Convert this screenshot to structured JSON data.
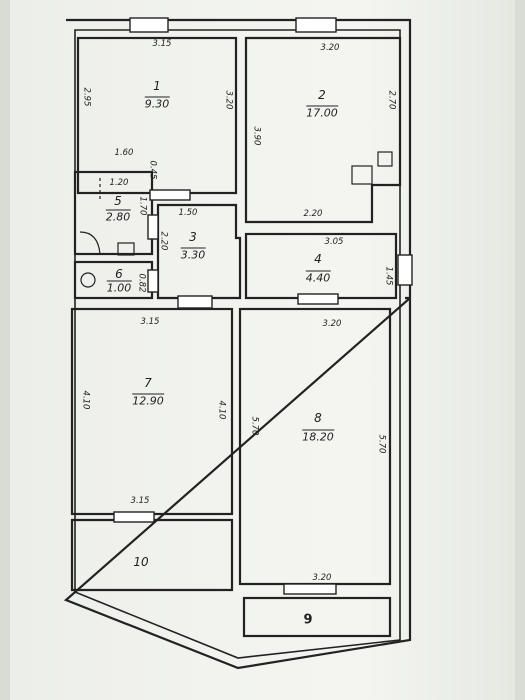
{
  "rooms": [
    {
      "number": "1",
      "area": "9.30"
    },
    {
      "number": "2",
      "area": "17.00"
    },
    {
      "number": "3",
      "area": "3.30"
    },
    {
      "number": "4",
      "area": "4.40"
    },
    {
      "number": "5",
      "area": "2.80"
    },
    {
      "number": "6",
      "area": "1.00"
    },
    {
      "number": "7",
      "area": "12.90"
    },
    {
      "number": "8",
      "area": "18.20"
    },
    {
      "number": "9",
      "area": ""
    },
    {
      "number": "10",
      "area": ""
    }
  ],
  "dimensions": {
    "r1_top": "3.15",
    "r1_left": "2.95",
    "r1_right": "3.20",
    "r1_bottom": "1.60",
    "r1_step": "0.45",
    "r2_top": "3.20",
    "r2_right": "2.70",
    "r2_left": "3.90",
    "r2_bottom": "2.20",
    "r5_top": "1.20",
    "r5_right": "1.70",
    "r3_top": "1.50",
    "r3_left": "2.20",
    "r4_top": "3.05",
    "r4_right": "1.45",
    "r6_right": "0.82",
    "r7_top": "3.15",
    "r7_left": "4.10",
    "r7_right": "4.10",
    "r7_bottom": "3.15",
    "r8_top": "3.20",
    "r8_left": "5.70",
    "r8_right": "5.70",
    "r8_bottom": "3.20"
  },
  "colors": {
    "ink": "#222222",
    "paper": "#f3f4f0",
    "background": "#d9dbd5"
  }
}
